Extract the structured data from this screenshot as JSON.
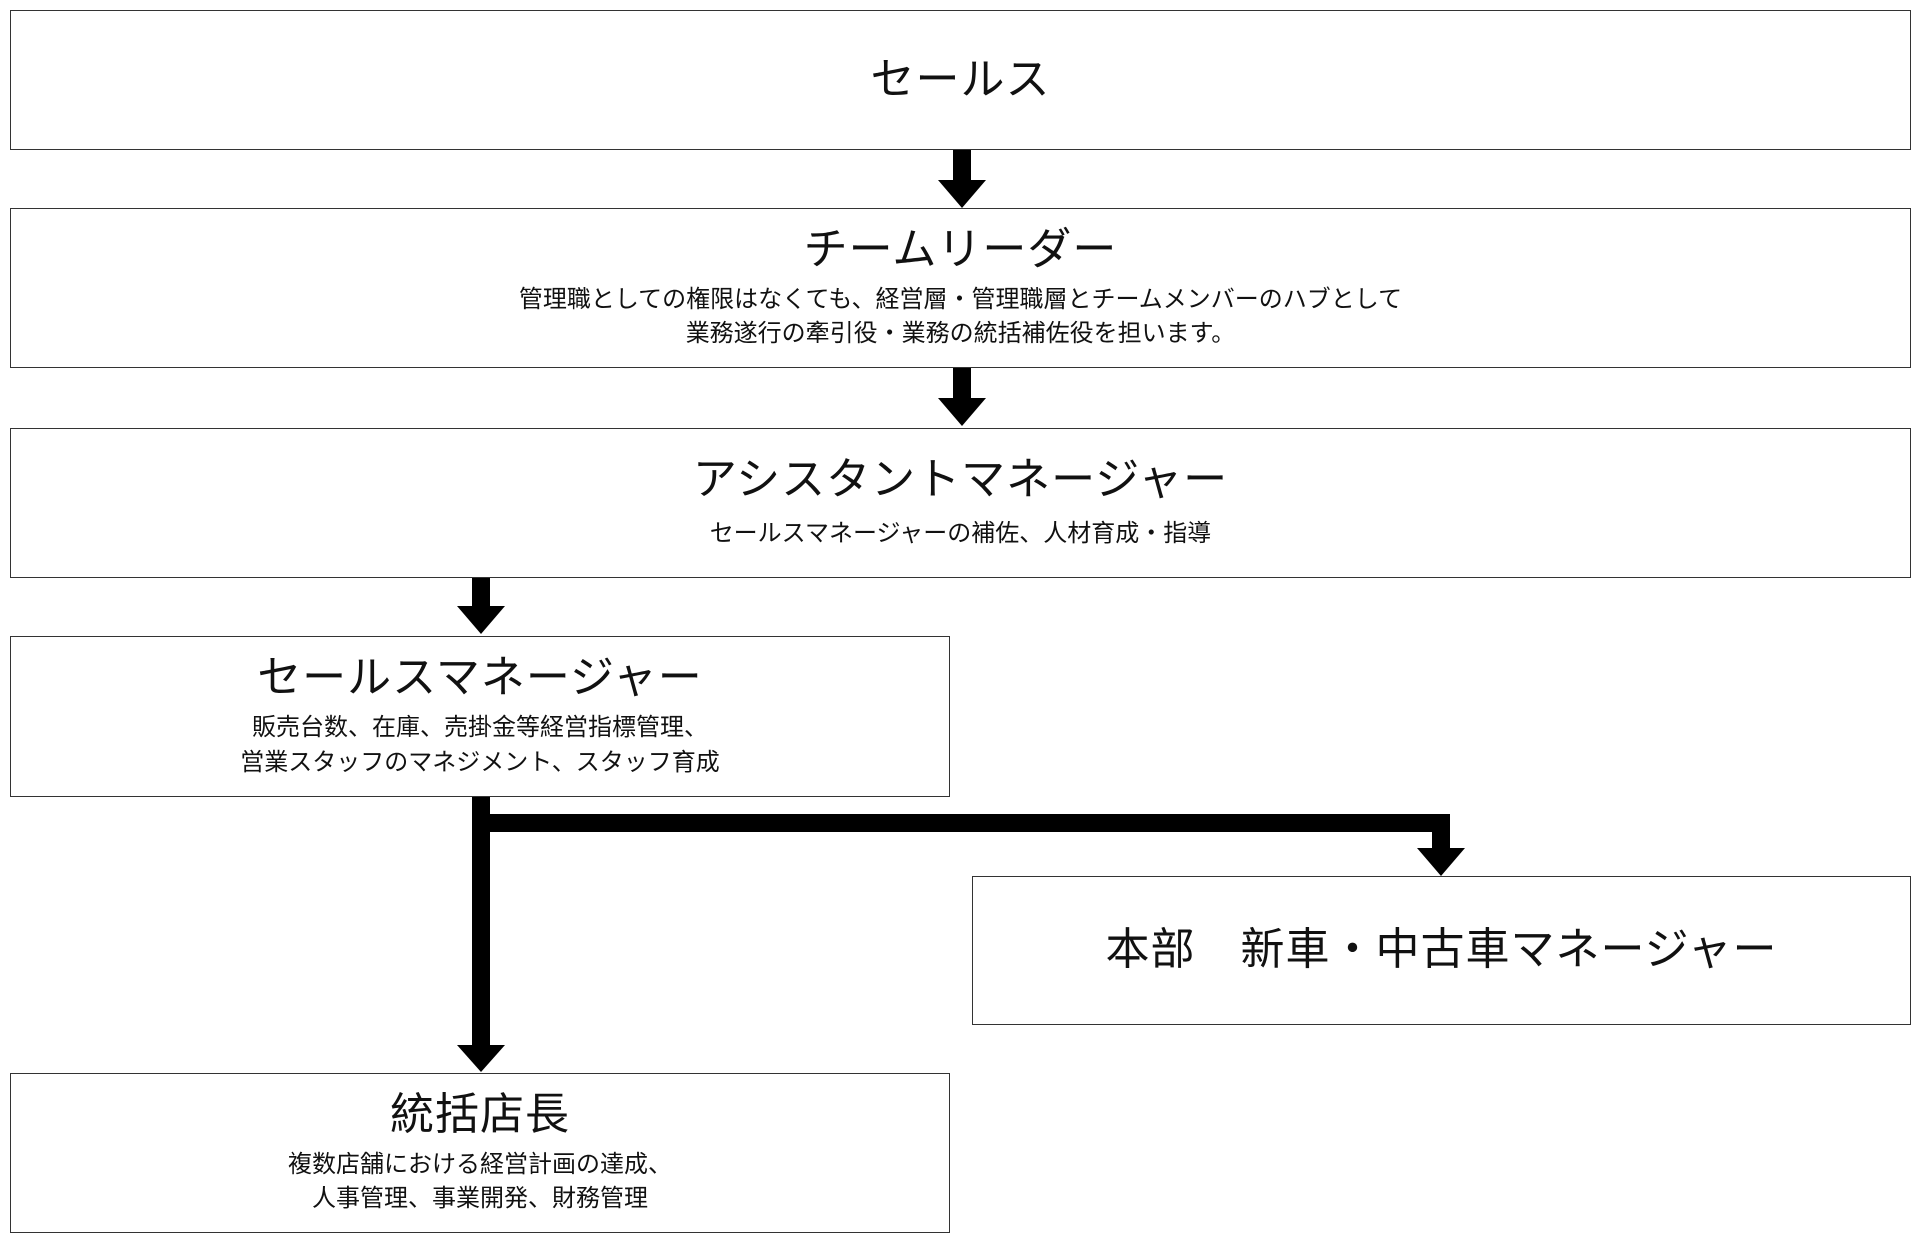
{
  "diagram": {
    "nodes": [
      {
        "id": "sales",
        "title": "セールス",
        "desc_lines": []
      },
      {
        "id": "team-leader",
        "title": "チームリーダー",
        "desc_lines": [
          "管理職としての権限はなくても、経営層・管理職層とチームメンバーのハブとして",
          "業務遂行の牽引役・業務の統括補佐役を担います。"
        ]
      },
      {
        "id": "assistant-manager",
        "title": "アシスタントマネージャー",
        "desc_lines": [
          "セールスマネージャーの補佐、人材育成・指導"
        ]
      },
      {
        "id": "sales-manager",
        "title": "セールスマネージャー",
        "desc_lines": [
          "販売台数、在庫、売掛金等経営指標管理、",
          "営業スタッフのマネジメント、スタッフ育成"
        ]
      },
      {
        "id": "hq-manager",
        "title": "本部　新車・中古車マネージャー",
        "desc_lines": []
      },
      {
        "id": "general-store-manager",
        "title": "統括店長",
        "desc_lines": [
          "複数店舗における経営計画の達成、",
          "人事管理、事業開発、財務管理"
        ]
      }
    ],
    "edges": [
      {
        "from": "sales",
        "to": "team-leader"
      },
      {
        "from": "team-leader",
        "to": "assistant-manager"
      },
      {
        "from": "assistant-manager",
        "to": "sales-manager"
      },
      {
        "from": "sales-manager",
        "to": "general-store-manager"
      },
      {
        "from": "sales-manager",
        "to": "hq-manager"
      }
    ],
    "colors": {
      "border": "#333333",
      "arrow": "#000000",
      "text": "#111111"
    }
  }
}
